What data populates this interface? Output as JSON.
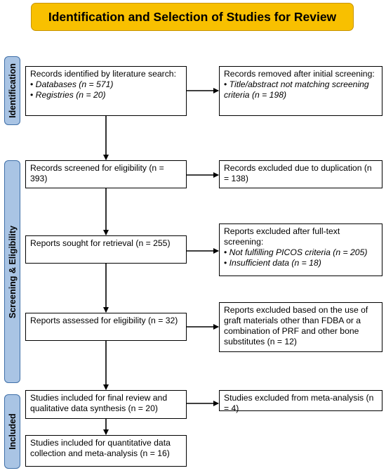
{
  "title": "Identification and Selection of Studies for Review",
  "phases": {
    "identification": "Identification",
    "screening": "Screening & Eligibility",
    "included": "Included"
  },
  "boxes": {
    "identified": {
      "text": "Records identified by literature search:",
      "bullets": [
        "Databases (n = 571)",
        "Registries (n = 20)"
      ]
    },
    "removed": {
      "text": "Records removed after initial screening:",
      "bullets": [
        "Title/abstract not matching screening criteria (n = 198)"
      ]
    },
    "screened": {
      "text": "Records screened for eligibility (n = 393)"
    },
    "duplication": {
      "text": "Records excluded due to duplication (n = 138)"
    },
    "sought": {
      "text": "Reports sought for retrieval (n = 255)"
    },
    "fulltext": {
      "text": "Reports excluded after full-text screening:",
      "bullets": [
        "Not fulfilling PICOS criteria (n = 205)",
        "Insufficient data (n = 18)"
      ]
    },
    "assessed": {
      "text": "Reports assessed for eligibility (n = 32)"
    },
    "graft": {
      "text": "Reports excluded based on the use of graft materials other than FDBA or a combination of PRF and other bone substitutes (n = 12)"
    },
    "final_review": {
      "text": "Studies included for final review and qualitative data synthesis (n = 20)"
    },
    "meta_excluded": {
      "text": "Studies excluded from meta-analysis (n = 4)"
    },
    "quantitative": {
      "text": "Studies included for quantitative data collection and meta-analysis (n = 16)"
    }
  }
}
